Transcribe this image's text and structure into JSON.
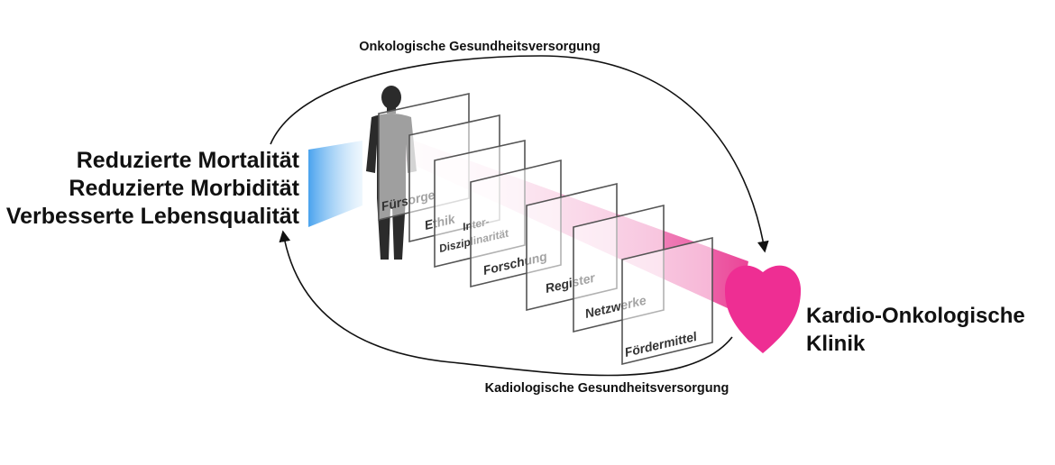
{
  "outcomes": [
    "Reduzierte Mortalität",
    "Reduzierte Morbidität",
    "Verbesserte Lebensqualität"
  ],
  "top_arc_label": "Onkologische Gesundheitsversorgung",
  "bottom_arc_label": "Kadiologische Gesundheitsversorgung",
  "clinic_label": [
    "Kardio-Onkologische",
    "Klinik"
  ],
  "panels": [
    {
      "label": "Fürsorge"
    },
    {
      "label": "Ethik"
    },
    {
      "label_lines": [
        "Inter-",
        "Disziplinarität"
      ]
    },
    {
      "label": "Forschung"
    },
    {
      "label": "Register"
    },
    {
      "label": "Netzwerke"
    },
    {
      "label": "Fördermittel"
    }
  ],
  "colors": {
    "beam_pink": "#e8308c",
    "heart": "#ee2e93",
    "funnel_blue": "#5aa9ec",
    "silhouette": "#2b2b2b",
    "arrow": "#111111"
  },
  "icons": {
    "person": "person-silhouette-icon",
    "heart": "heart-icon"
  }
}
